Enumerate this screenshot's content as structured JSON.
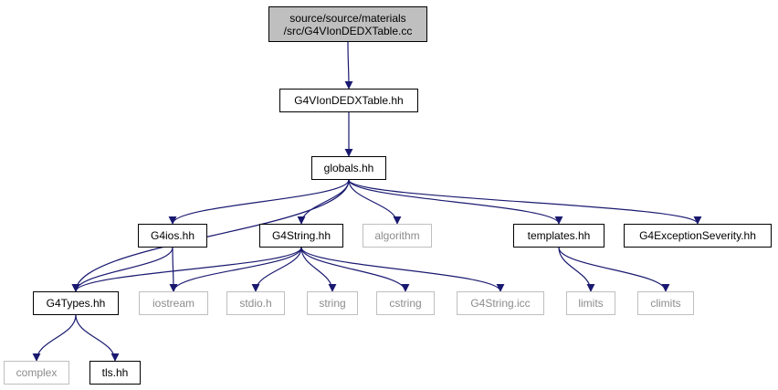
{
  "graph": {
    "root": {
      "line1": "source/source/materials",
      "line2": "/src/G4VIonDEDXTable.cc"
    },
    "nodes": {
      "g4vion": "G4VIonDEDXTable.hh",
      "globals": "globals.hh",
      "g4ios": "G4ios.hh",
      "g4string": "G4String.hh",
      "algorithm": "algorithm",
      "templates": "templates.hh",
      "g4exception": "G4ExceptionSeverity.hh",
      "g4types": "G4Types.hh",
      "iostream": "iostream",
      "stdio": "stdio.h",
      "string": "string",
      "cstring": "cstring",
      "g4stringicc": "G4String.icc",
      "limits": "limits",
      "climits": "climits",
      "complex": "complex",
      "tls": "tls.hh"
    },
    "edges": [
      [
        "root",
        "g4vion"
      ],
      [
        "g4vion",
        "globals"
      ],
      [
        "globals",
        "g4types"
      ],
      [
        "globals",
        "g4ios"
      ],
      [
        "globals",
        "g4string"
      ],
      [
        "globals",
        "algorithm"
      ],
      [
        "globals",
        "templates"
      ],
      [
        "globals",
        "g4exception"
      ],
      [
        "g4ios",
        "g4types"
      ],
      [
        "g4ios",
        "iostream"
      ],
      [
        "g4string",
        "g4types"
      ],
      [
        "g4string",
        "iostream"
      ],
      [
        "g4string",
        "stdio"
      ],
      [
        "g4string",
        "string"
      ],
      [
        "g4string",
        "cstring"
      ],
      [
        "g4string",
        "g4stringicc"
      ],
      [
        "templates",
        "limits"
      ],
      [
        "templates",
        "climits"
      ],
      [
        "g4types",
        "complex"
      ],
      [
        "g4types",
        "tls"
      ]
    ],
    "colors": {
      "edge": "#191970",
      "root_fill": "#bfbfbf",
      "node_border": "#000000",
      "system_border": "#bfbfbf",
      "system_text": "#8c8c8c"
    }
  }
}
